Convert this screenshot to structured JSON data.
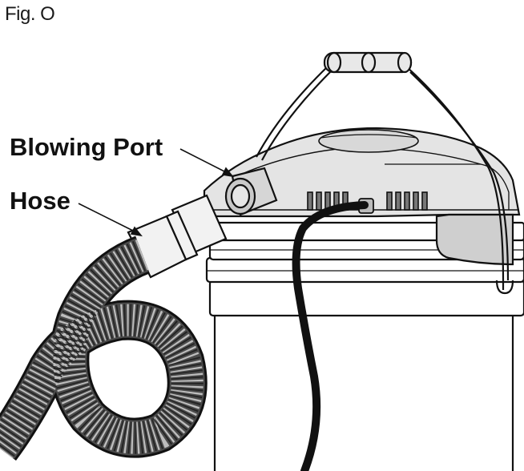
{
  "figure": {
    "label": "Fig. O"
  },
  "callouts": {
    "blowing_port": "Blowing Port",
    "hose": "Hose"
  },
  "colors": {
    "line": "#111111",
    "lid_fill": "#e4e4e4",
    "lid_shade": "#d2d2d2",
    "port_fill": "#c9c9c9",
    "hose_fill": "#3a3a3a",
    "cord": "#111111",
    "drum_fill": "#ffffff"
  }
}
